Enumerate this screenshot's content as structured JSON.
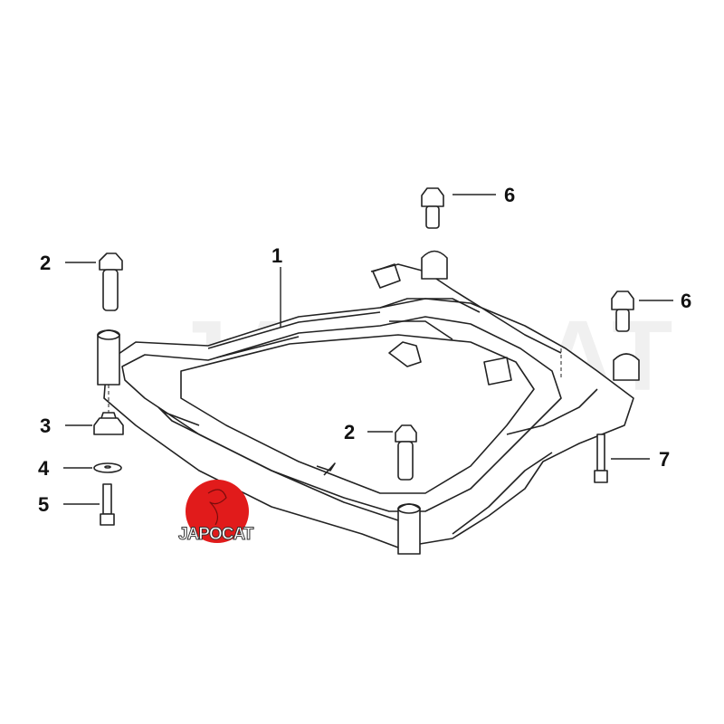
{
  "diagram": {
    "watermark": "JAPOCAT",
    "logo_text": "JAPOCAT",
    "logo_color": "#e11b1b",
    "callouts": [
      {
        "id": "callout-1",
        "label": "1",
        "part": "subframe"
      },
      {
        "id": "callout-2-left",
        "label": "2",
        "part": "bolt"
      },
      {
        "id": "callout-2-center",
        "label": "2",
        "part": "bolt"
      },
      {
        "id": "callout-3",
        "label": "3",
        "part": "nut"
      },
      {
        "id": "callout-4",
        "label": "4",
        "part": "washer"
      },
      {
        "id": "callout-5",
        "label": "5",
        "part": "bolt"
      },
      {
        "id": "callout-6-top",
        "label": "6",
        "part": "bolt"
      },
      {
        "id": "callout-6-right",
        "label": "6",
        "part": "bolt"
      },
      {
        "id": "callout-7",
        "label": "7",
        "part": "bolt"
      }
    ]
  }
}
